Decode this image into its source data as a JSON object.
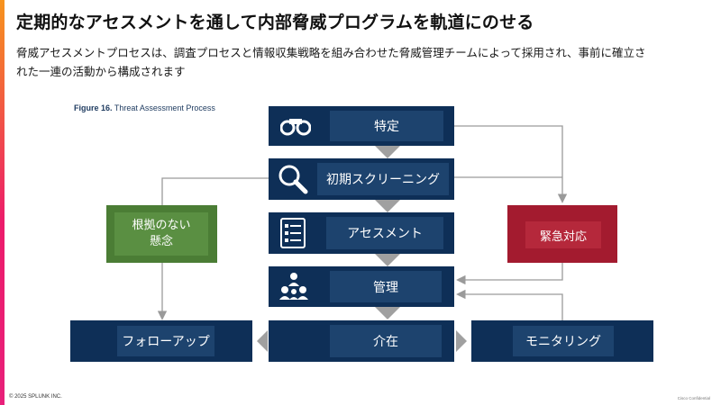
{
  "slide": {
    "title": "定期的なアセスメントを通して内部脅威プログラムを軌道にのせる",
    "subtitle": "脅威アセスメントプロセスは、調査プロセスと情報収集戦略を組み合わせた脅威管理チームによって採用され、事前に確立された一連の活動から構成されます",
    "footer_left": "© 2025 SPLUNK INC.",
    "footer_right": "Cisco Confidential"
  },
  "figure": {
    "caption_num": "Figure 16.",
    "caption_text": "Threat Assessment Process",
    "steps": [
      {
        "label": "特定",
        "icon": "binoculars-icon"
      },
      {
        "label": "初期スクリーニング",
        "icon": "magnifier-icon"
      },
      {
        "label": "アセスメント",
        "icon": "checklist-icon"
      },
      {
        "label": "管理",
        "icon": "team-icon"
      },
      {
        "label": "介在",
        "icon": ""
      }
    ],
    "baseless": {
      "label_line1": "根拠のない",
      "label_line2": "懸念"
    },
    "emergency": {
      "label": "緊急対応"
    },
    "followup": {
      "label": "フォローアップ"
    },
    "monitoring": {
      "label": "モニタリング"
    },
    "colors": {
      "navy": "#0e2f57",
      "navy_label": "#1d436e",
      "green": "#4b7d35",
      "red": "#a31b2f",
      "connector": "#9a9a9a"
    }
  }
}
